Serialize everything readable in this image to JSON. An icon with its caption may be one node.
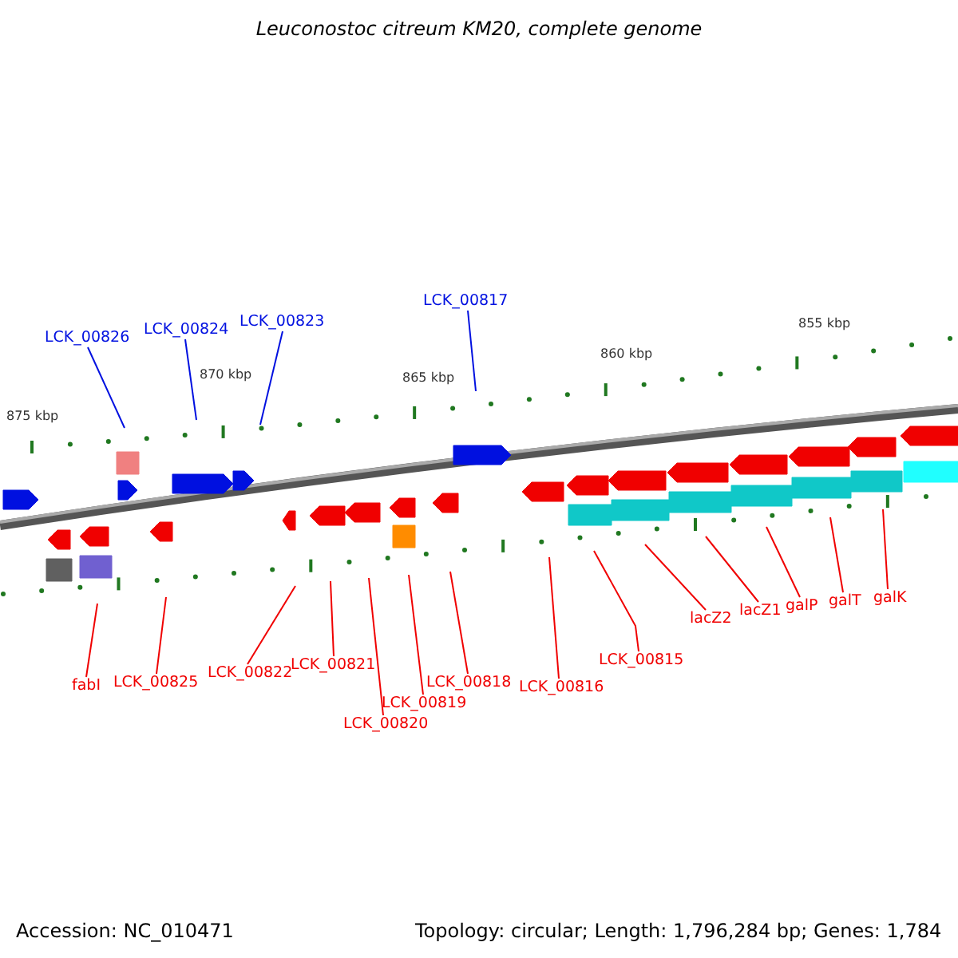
{
  "diagram": {
    "title": "Leuconostoc citreum KM20, complete genome",
    "nodes": [
      {
        "text": [
          "LCK_00826"
        ]
      },
      {
        "text": [
          "LCK_00824"
        ]
      },
      {
        "text": [
          "LCK_00823"
        ]
      },
      {
        "text": [
          "LCK_00817"
        ]
      },
      {
        "text": [
          "fabI"
        ]
      },
      {
        "text": [
          "LCK_00825"
        ]
      },
      {
        "text": [
          "LCK_00822"
        ]
      },
      {
        "text": [
          "LCK_00821"
        ]
      },
      {
        "text": [
          "LCK_00820"
        ]
      },
      {
        "text": [
          "LCK_00819"
        ]
      },
      {
        "text": [
          "LCK_00818"
        ]
      },
      {
        "text": [
          "LCK_00816"
        ]
      },
      {
        "text": [
          "LCK_00815"
        ]
      },
      {
        "text": [
          "lacZ2"
        ]
      },
      {
        "text": [
          "lacZ1"
        ]
      },
      {
        "text": [
          "galP"
        ]
      },
      {
        "text": [
          "galT"
        ]
      },
      {
        "text": [
          "galK"
        ]
      }
    ],
    "edges": [
      {
        "from": 0,
        "to": null,
        "arrow": "none",
        "color": "#0010e0"
      },
      {
        "from": 1,
        "to": null,
        "arrow": "none",
        "color": "#0010e0"
      },
      {
        "from": 2,
        "to": null,
        "arrow": "none",
        "color": "#0010e0"
      },
      {
        "from": 3,
        "to": null,
        "arrow": "none",
        "color": "#0010e0"
      },
      {
        "from": 4,
        "to": null,
        "arrow": "none"
      },
      {
        "from": 5,
        "to": null,
        "arrow": "none"
      },
      {
        "from": 6,
        "to": null,
        "arrow": "none"
      },
      {
        "from": 7,
        "to": null,
        "arrow": "none"
      },
      {
        "from": 8,
        "to": null,
        "arrow": "none"
      },
      {
        "from": 9,
        "to": null,
        "arrow": "none"
      },
      {
        "from": 10,
        "to": null,
        "arrow": "none"
      },
      {
        "from": 11,
        "to": null,
        "arrow": "none"
      },
      {
        "from": 12,
        "to": null,
        "arrow": "none"
      },
      {
        "from": 13,
        "to": null,
        "arrow": "none"
      },
      {
        "from": 14,
        "to": null,
        "arrow": "none"
      },
      {
        "from": 15,
        "to": null,
        "arrow": "none"
      },
      {
        "from": 16,
        "to": null,
        "arrow": "none"
      },
      {
        "from": 17,
        "to": null,
        "arrow": "none"
      }
    ],
    "labels": [
      "855 kbp",
      "860 kbp",
      "865 kbp",
      "870 kbp",
      "875 kbp",
      "Accession: NC_010471",
      "Topology: circular; Length: 1,796,284 bp; Genes: 1,784"
    ]
  }
}
